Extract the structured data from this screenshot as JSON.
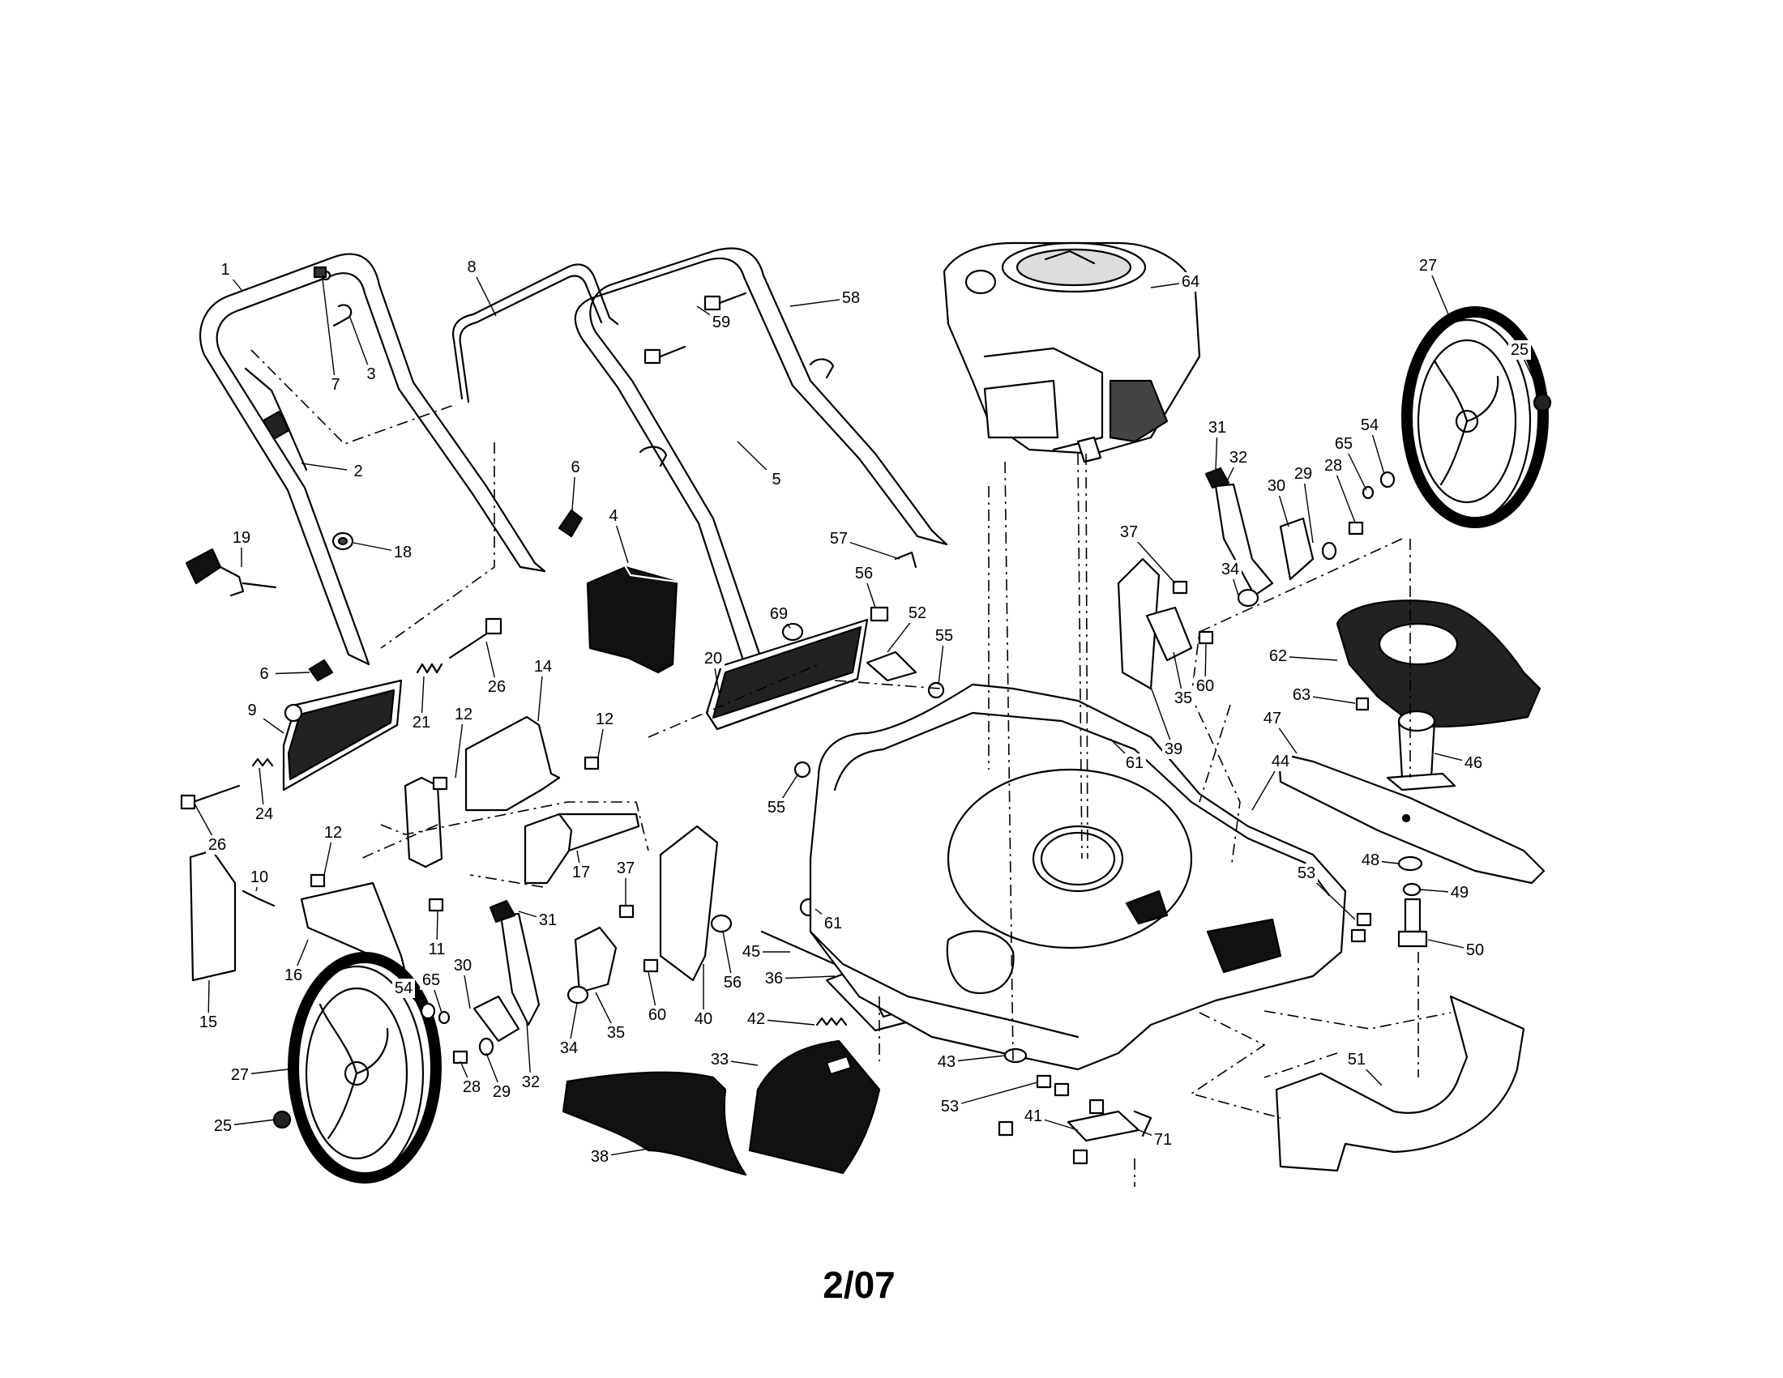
{
  "diagram": {
    "footer_date": "2/07",
    "callouts": [
      "1",
      "2",
      "3",
      "4",
      "5",
      "6",
      "6",
      "7",
      "8",
      "9",
      "10",
      "11",
      "12",
      "12",
      "12",
      "14",
      "15",
      "16",
      "17",
      "18",
      "19",
      "20",
      "21",
      "24",
      "25",
      "25",
      "26",
      "26",
      "27",
      "27",
      "28",
      "28",
      "29",
      "29",
      "30",
      "30",
      "31",
      "31",
      "32",
      "32",
      "33",
      "34",
      "34",
      "35",
      "35",
      "36",
      "37",
      "37",
      "38",
      "39",
      "40",
      "41",
      "42",
      "43",
      "44",
      "45",
      "46",
      "47",
      "48",
      "49",
      "50",
      "51",
      "52",
      "53",
      "53",
      "54",
      "54",
      "55",
      "55",
      "56",
      "56",
      "57",
      "58",
      "59",
      "60",
      "60",
      "61",
      "61",
      "62",
      "63",
      "64",
      "65",
      "65",
      "69",
      "71"
    ]
  },
  "colors": {
    "ink": "#000000",
    "paper": "#ffffff",
    "fill_dark": "#111111",
    "fill_mid": "#777777",
    "fill_light": "#dddddd"
  }
}
